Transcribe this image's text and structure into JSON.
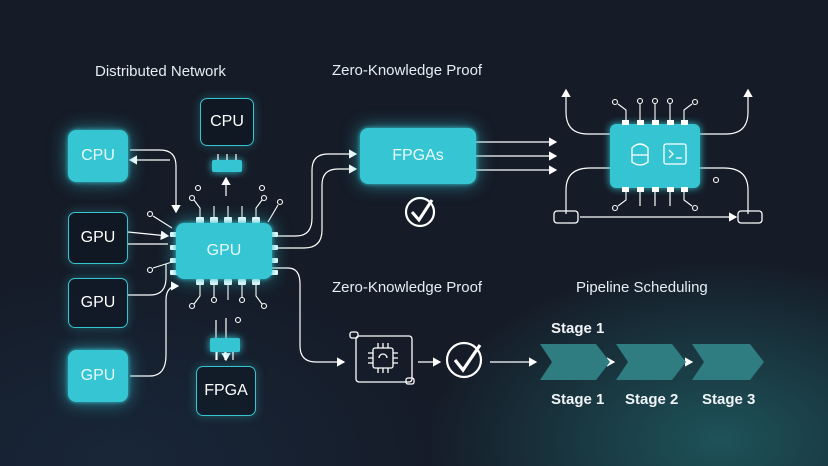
{
  "titles": {
    "distributed_network": "Distributed Network",
    "zk_top": "Zero-Knowledge Proof",
    "zk_bottom": "Zero-Knowledge Proof",
    "pipeline": "Pipeline Scheduling"
  },
  "nodes": {
    "cpu_left": "CPU",
    "cpu_top": "CPU",
    "gpu_left_1": "GPU",
    "gpu_left_2": "GPU",
    "gpu_left_3": "GPU",
    "gpu_center": "GPU",
    "fpga_bottom": "FPGA",
    "fpgas": "FPGAs"
  },
  "pipeline": {
    "stage_top": "Stage 1",
    "stages": [
      "Stage 1",
      "Stage 2",
      "Stage 3"
    ]
  },
  "colors": {
    "accent": "#36c5d2",
    "background": "#151b27",
    "stage_fill": "#2a6f73"
  },
  "icons": [
    "check-icon",
    "chip-icon",
    "microchip-icon",
    "connector-icon"
  ]
}
